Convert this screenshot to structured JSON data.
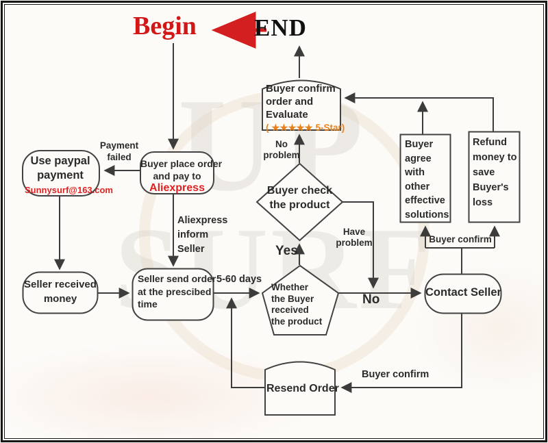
{
  "colors": {
    "begin_red": "#d01818",
    "accent_red": "#e02222",
    "star_orange": "#e8821e",
    "line_dark": "#3c3c3c",
    "background": "#fcfbf8"
  },
  "header": {
    "begin": "Begin",
    "end": "END"
  },
  "watermark": {
    "top": "UP",
    "bottom": "SURF"
  },
  "nodes": {
    "evaluate": {
      "lines": [
        "Buyer confirm",
        "order and",
        "Evaluate"
      ],
      "rating": "( ★★★★★ 5-Star)"
    },
    "use_paypal": {
      "lines": [
        "Use paypal",
        "payment"
      ],
      "email": "Sunnysurf@163.com"
    },
    "place_order": {
      "lines": [
        "Buyer place order",
        "and pay to"
      ],
      "brand": "Aliexpress"
    },
    "buyer_check": {
      "lines": [
        "Buyer check",
        "the product"
      ]
    },
    "buyer_agree": {
      "lines": [
        "Buyer",
        "agree",
        "with",
        "other",
        "effective",
        "solutions"
      ]
    },
    "refund": {
      "lines": [
        "Refund",
        "money to",
        "save",
        "Buyer's",
        "loss"
      ]
    },
    "seller_received": {
      "lines": [
        "Seller received",
        "money"
      ]
    },
    "seller_send": {
      "lines": [
        "Seller send order",
        "at the prescibed",
        "time"
      ]
    },
    "whether_received": {
      "lines": [
        "Whether",
        "the Buyer",
        "received",
        "the product"
      ]
    },
    "contact_seller": {
      "label": "Contact Seller"
    },
    "resend_order": {
      "label": "Resend Order"
    }
  },
  "edge_labels": {
    "payment_failed": [
      "Payment",
      "failed"
    ],
    "no_problem": [
      "No",
      "problem"
    ],
    "aliexpress_inform": [
      "Aliexpress",
      "inform",
      "Seller"
    ],
    "have_problem": [
      "Have",
      "problem"
    ],
    "yes": "Yes",
    "no": "No",
    "delivery_days": "5-60 days",
    "buyer_confirm_solutions": "Buyer confirm",
    "buyer_confirm_resend": "Buyer confirm"
  }
}
